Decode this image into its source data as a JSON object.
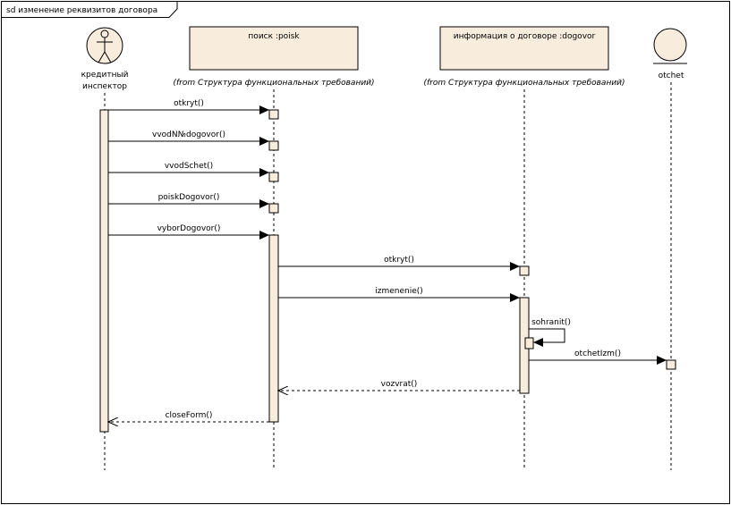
{
  "frame": {
    "label": "sd изменение реквизитов договора"
  },
  "colors": {
    "fill": "#f8ecdc",
    "stroke": "#000000",
    "background": "#ffffff"
  },
  "lifelines": [
    {
      "id": "inspector",
      "kind": "actor",
      "name_lines": [
        "кредитный",
        "инспектор"
      ],
      "source": ""
    },
    {
      "id": "poisk",
      "kind": "object",
      "name_lines": [
        "поиск :poisk"
      ],
      "source": "(from Структура функциональных требований)"
    },
    {
      "id": "dogovor",
      "kind": "object",
      "name_lines": [
        "информация о договоре :dogovor"
      ],
      "source": "(from Структура функциональных требований)"
    },
    {
      "id": "otchet",
      "kind": "entity",
      "name_lines": [
        "otchet"
      ],
      "source": ""
    }
  ],
  "messages": [
    {
      "label": "otkryt()",
      "from": "inspector",
      "to": "poisk",
      "type": "sync"
    },
    {
      "label": "vvodN№dogovor()",
      "from": "inspector",
      "to": "poisk",
      "type": "sync"
    },
    {
      "label": "vvodSchet()",
      "from": "inspector",
      "to": "poisk",
      "type": "sync"
    },
    {
      "label": "poiskDogovor()",
      "from": "inspector",
      "to": "poisk",
      "type": "sync"
    },
    {
      "label": "vyborDogovor()",
      "from": "inspector",
      "to": "poisk",
      "type": "sync"
    },
    {
      "label": "otkryt()",
      "from": "poisk",
      "to": "dogovor",
      "type": "sync"
    },
    {
      "label": "izmenenie()",
      "from": "poisk",
      "to": "dogovor",
      "type": "sync"
    },
    {
      "label": "sohranit()",
      "from": "dogovor",
      "to": "dogovor",
      "type": "self"
    },
    {
      "label": "otchetIzm()",
      "from": "dogovor",
      "to": "otchet",
      "type": "sync"
    },
    {
      "label": "vozvrat()",
      "from": "dogovor",
      "to": "poisk",
      "type": "return"
    },
    {
      "label": "closeForm()",
      "from": "poisk",
      "to": "inspector",
      "type": "return"
    }
  ]
}
